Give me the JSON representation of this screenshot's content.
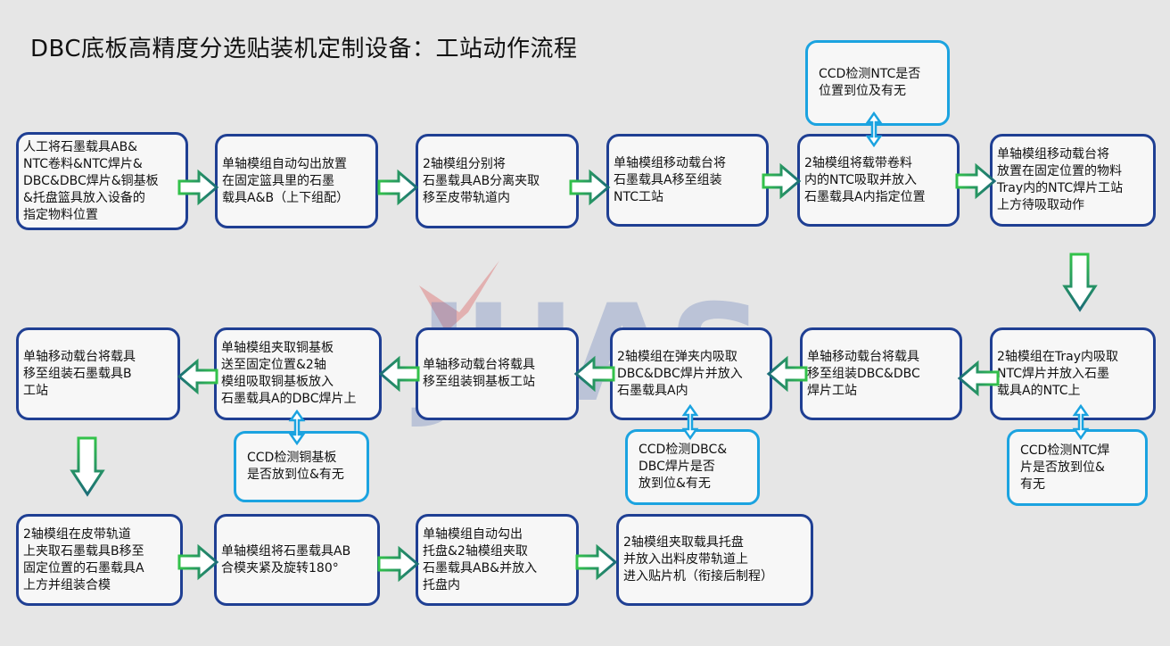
{
  "title": "DBC底板高精度分选贴装机定制设备：工站动作流程",
  "steps": [
    "人工将石墨载具AB&\nNTC卷料&NTC焊片&\nDBC&DBC焊片&铜基板\n&托盘篮具放入设备的\n指定物料位置",
    "单轴模组自动勾出放置\n在固定篮具里的石墨\n载具A&B（上下组配）",
    "2轴模组分别将\n石墨载具AB分离夹取\n移至皮带轨道内",
    "单轴模组移动载台将\n石墨载具A移至组装\nNTC工站",
    "2轴模组将载带卷料\n内的NTC吸取并放入\n石墨载具A内指定位置",
    "单轴模组移动载台将\n放置在固定位置的物料\nTray内的NTC焊片工站\n上方待吸取动作",
    "2轴模组在Tray内吸取\nNTC焊片并放入石墨\n载具A的NTC上",
    "单轴移动载台将载具\n移至组装DBC&DBC\n焊片工站",
    "2轴模组在弹夹内吸取\nDBC&DBC焊片并放入\n石墨载具A内",
    "单轴移动载台将载具\n移至组装铜基板工站",
    "单轴模组夹取铜基板\n送至固定位置&2轴\n模组吸取铜基板放入\n石墨载具A的DBC焊片上",
    "单轴移动载台将载具\n移至组装石墨载具B\n工站",
    "2轴模组在皮带轨道\n上夹取石墨载具B移至\n固定位置的石墨载具A\n上方并组装合模",
    "单轴模组将石墨载具AB\n合模夹紧及旋转180°",
    "单轴模组自动勾出\n托盘&2轴模组夹取\n石墨载具AB&并放入\n托盘内",
    "2轴模组夹取载具托盘\n并放入出料皮带轨道上\n进入贴片机（衔接后制程）"
  ],
  "ccd_checks": [
    "CCD检测NTC是否\n位置到位及有无",
    "CCD检测NTC焊\n片是否放到位&\n有无",
    "CCD检测DBC&\nDBC焊片是否\n放到位&有无",
    "CCD检测铜基板\n是否放到位&有无"
  ],
  "watermark": "JHAS",
  "colors": {
    "background": "#e6e6e6",
    "step_border": "#1f3f93",
    "ccd_border": "#1ba3e0",
    "arrow_gradient_top": "#33c24a",
    "arrow_gradient_bottom": "#1c6e78",
    "watermark_check": "#d94a4a"
  }
}
